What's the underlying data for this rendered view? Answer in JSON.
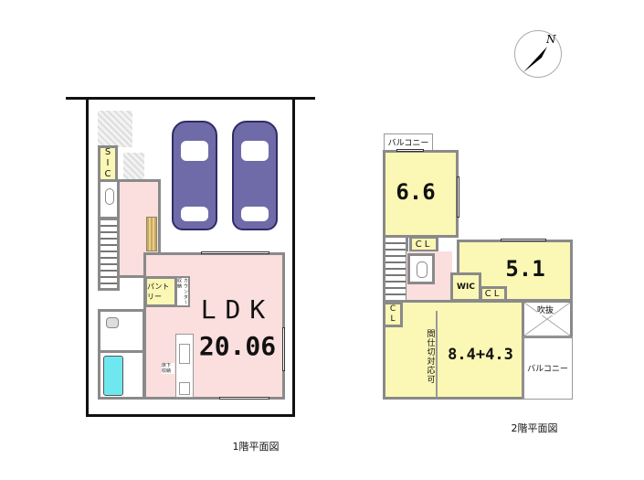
{
  "compass": {
    "north_label": "N"
  },
  "floor1": {
    "caption": "1階平面図",
    "sic_label": "SIC",
    "ldk_label": "LDK",
    "ldk_size": "20.06",
    "pantry_label": "パントリー",
    "counter_label": "カウンター収納",
    "underfloor_label": "床下収納"
  },
  "floor2": {
    "caption": "2階平面図",
    "balcony_top_label": "バルコニー",
    "room1_size": "6.6",
    "room2_size": "5.1",
    "room3_size": "8.4+4.3",
    "cl_label": "CL",
    "wic_label": "WIC",
    "void_label": "吹抜",
    "balcony_right_label": "バルコニー",
    "partition_note": "間仕切対応可"
  }
}
